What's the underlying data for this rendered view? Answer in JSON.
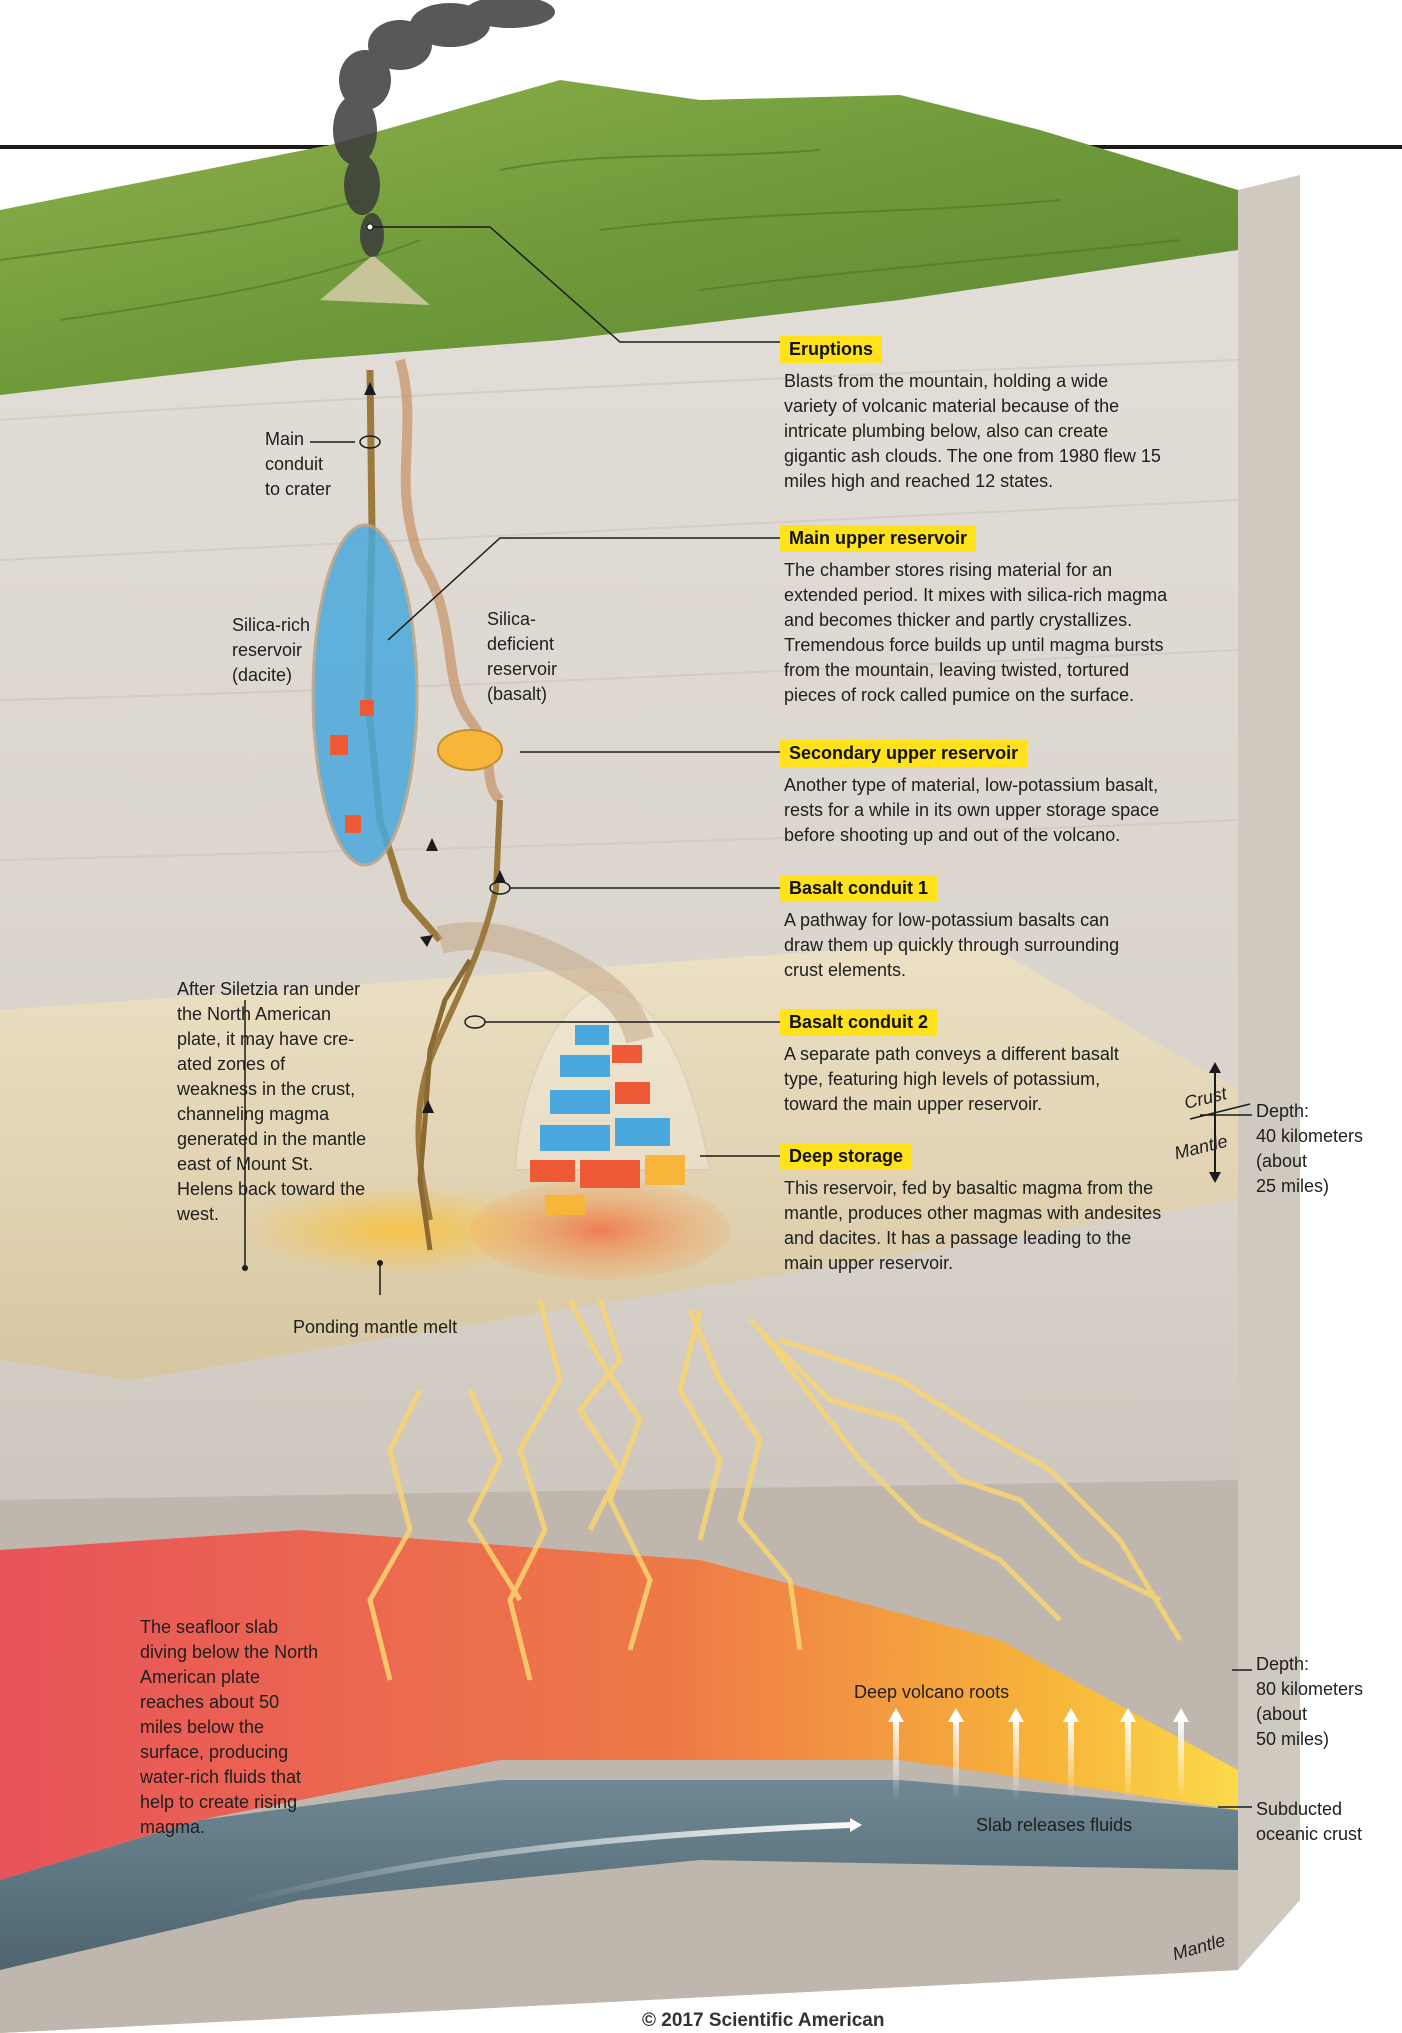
{
  "left_labels": {
    "main_conduit": "Main\nconduit\nto crater",
    "silica_rich": "Silica-rich\nreservoir\n(dacite)",
    "silica_deficient": "Silica-\ndeficient\nreservoir\n(basalt)",
    "ponding": "Ponding mantle melt",
    "deep_roots": "Deep volcano roots",
    "slab_releases": "Slab releases fluids"
  },
  "callouts": [
    {
      "title": "Eruptions",
      "text": "Blasts from the mountain, holding a wide variety of volcanic material because of the intricate plumbing below, also can create gigantic ash clouds. The one from 1980 flew 15 miles high and reached 12 states."
    },
    {
      "title": "Main upper reservoir",
      "text": "The chamber stores rising material for an extended period. It mixes with silica-rich magma and becomes thicker and partly crystallizes. Tremendous force builds up until magma bursts from the mountain, leaving twisted, tortured pieces of rock called pumice on the surface."
    },
    {
      "title": "Secondary upper reservoir",
      "text": "Another type of material, low-potassium basalt, rests for a while in its own upper storage space before shooting up and out of the volcano."
    },
    {
      "title": "Basalt conduit 1",
      "text": "A pathway for low-potassium basalts can draw them up quickly through surrounding crust elements."
    },
    {
      "title": "Basalt conduit 2",
      "text": "A separate path conveys a different basalt type, featuring high levels of potassium, toward the main upper reservoir."
    },
    {
      "title": "Deep storage",
      "text": "This reservoir, fed by basaltic magma from the mantle, produces other magmas with andesites and dacites. It has a passage leading to the main upper reservoir."
    }
  ],
  "notes": {
    "siletzia": "After Siletzia ran under the North American plate, it may have cre-ated zones of weakness in the crust, channeling magma generated in the mantle east of Mount St. Helens back toward the west.",
    "seafloor": "The seafloor slab diving below the North American plate reaches about 50 miles below the surface, producing water-rich fluids that help to create rising magma."
  },
  "depth": {
    "crust": "Crust",
    "mantle": "Mantle",
    "d40": "Depth:\n40 kilometers\n(about\n25 miles)",
    "d80": "Depth:\n80 kilometers\n(about\n50 miles)",
    "subducted": "Subducted\noceanic crust",
    "mantle_bottom": "Mantle"
  },
  "copyright": "© 2017 Scientific American",
  "colors": {
    "callout_tag": "#ffe21a",
    "terrain_green": "#6f9a3a",
    "crust": "#dcd7d0",
    "mantle_melt": "#e55a4a",
    "magma_yellow": "#f7c338",
    "dacite_blue": "#4aa9dc",
    "slab": "#5e7885"
  }
}
